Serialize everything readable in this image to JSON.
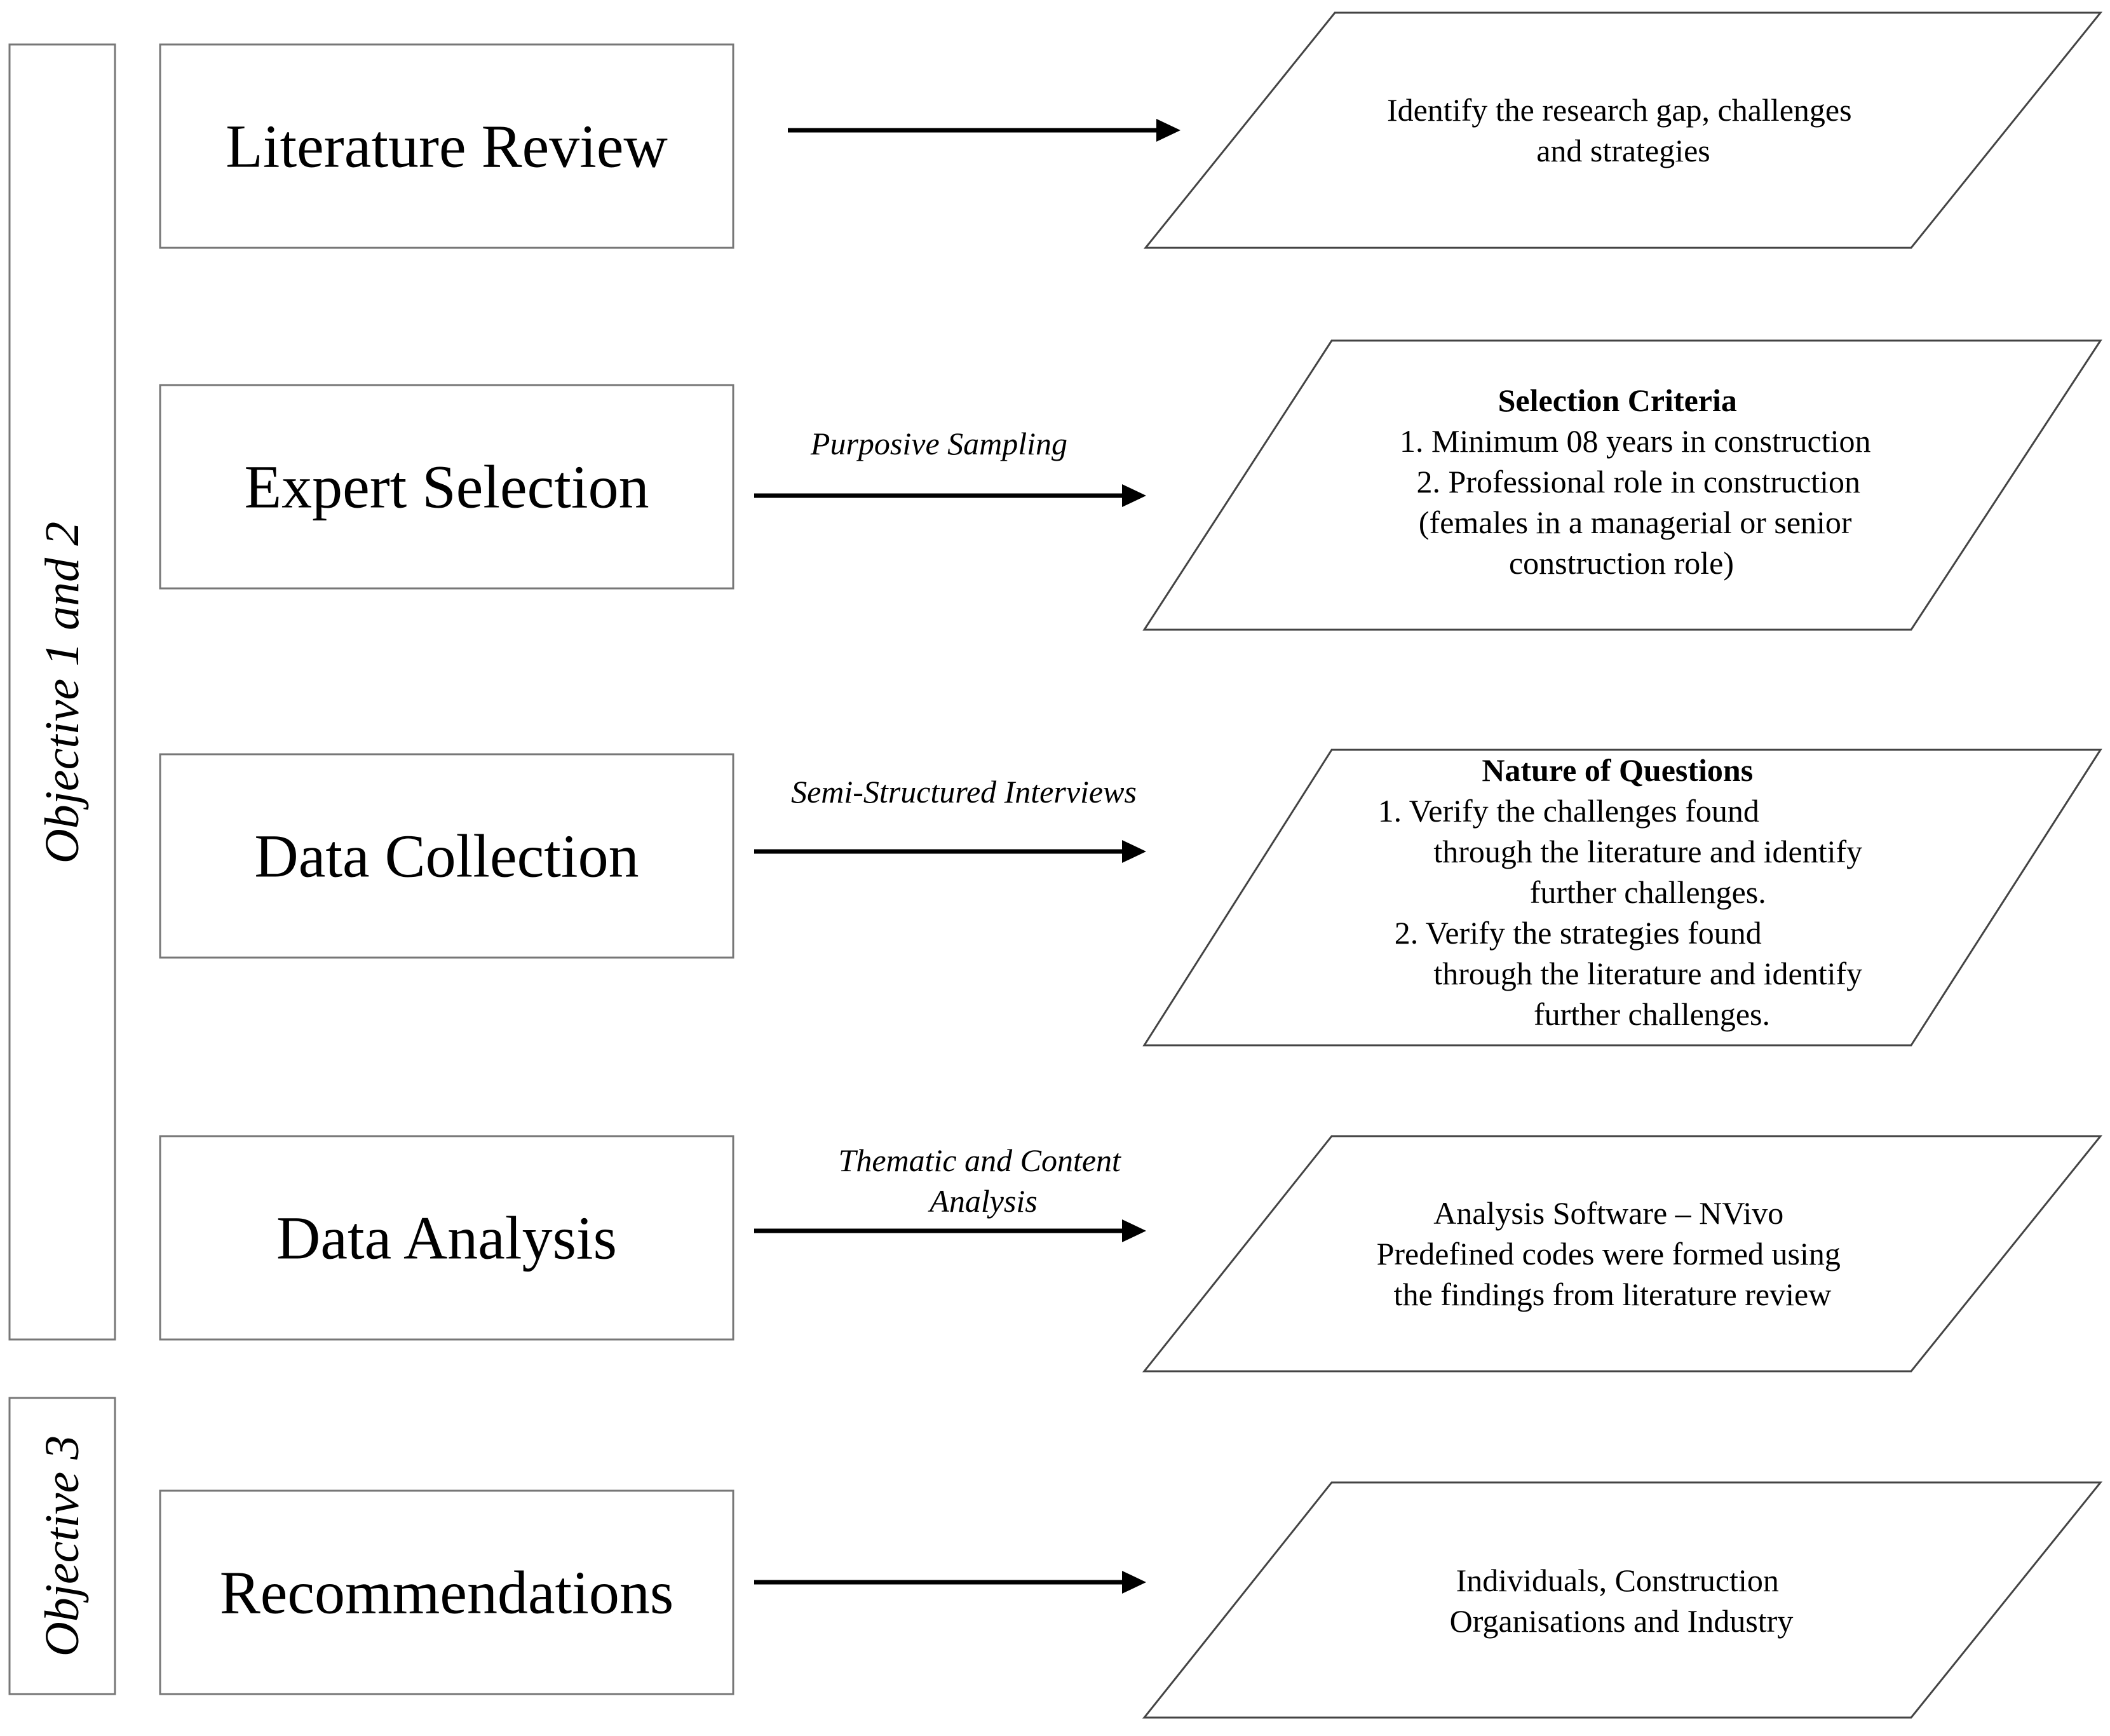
{
  "objectives": [
    {
      "label": "Objective 1 and 2"
    },
    {
      "label": "Objective 3"
    }
  ],
  "steps": [
    {
      "label": "Literature Review",
      "method": [],
      "output": [
        "Identify the research gap, challenges",
        "and strategies"
      ]
    },
    {
      "label": "Expert Selection",
      "method": [
        "Purposive Sampling"
      ],
      "output_title": "Selection Criteria",
      "output": [
        "1. Minimum 08 years in construction",
        "2.  Professional role in construction",
        "(females in a managerial or senior",
        "construction role)"
      ]
    },
    {
      "label": "Data Collection",
      "method": [
        "Semi-Structured Interviews"
      ],
      "output_title": "Nature of Questions",
      "output": [
        "1.    Verify the challenges found",
        "through the literature and identify",
        "further challenges.",
        "2.    Verify the strategies found",
        "through the literature and identify",
        "further challenges."
      ]
    },
    {
      "label": "Data Analysis",
      "method": [
        "Thematic and Content",
        "Analysis"
      ],
      "output": [
        "Analysis Software – NVivo",
        "Predefined codes were formed using",
        "the findings from literature review"
      ]
    },
    {
      "label": "Recommendations",
      "method": [],
      "output": [
        "Individuals, Construction",
        "Organisations and Industry"
      ]
    }
  ]
}
